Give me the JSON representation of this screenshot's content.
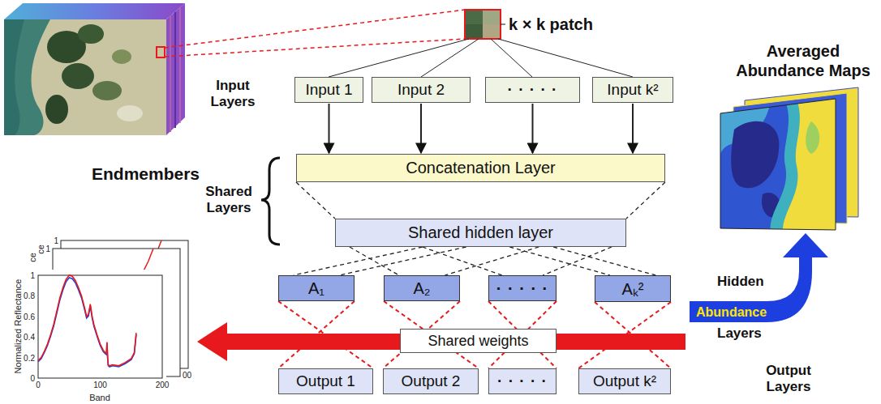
{
  "diagram": {
    "nodes": [
      {
        "text": [
          "Input 1"
        ]
      },
      {
        "text": [
          "Input 2"
        ]
      },
      {
        "text": [
          "· · · · ·"
        ]
      },
      {
        "text": [
          "Input k²"
        ]
      },
      {
        "text": [
          "Concatenation Layer"
        ]
      },
      {
        "text": [
          "Shared hidden layer"
        ]
      },
      {
        "text": [
          "A₁"
        ]
      },
      {
        "text": [
          "A₂"
        ]
      },
      {
        "text": [
          "· · · · ·"
        ]
      },
      {
        "text": [
          "Aₖ²"
        ]
      },
      {
        "text": [
          "Shared weights"
        ]
      },
      {
        "text": [
          "Output 1"
        ]
      },
      {
        "text": [
          "Output 2"
        ]
      },
      {
        "text": [
          "· · · · ·"
        ]
      },
      {
        "text": [
          "Output k²"
        ]
      }
    ],
    "edges": [
      {
        "from": 0,
        "to": 4,
        "arrow": "to"
      },
      {
        "from": 1,
        "to": 4,
        "arrow": "to"
      },
      {
        "from": 2,
        "to": 4,
        "arrow": "to"
      },
      {
        "from": 3,
        "to": 4,
        "arrow": "to"
      },
      {
        "from": 4,
        "to": 5,
        "arrow": "none"
      },
      {
        "from": 5,
        "to": 6,
        "arrow": "none"
      },
      {
        "from": 5,
        "to": 7,
        "arrow": "none"
      },
      {
        "from": 5,
        "to": 8,
        "arrow": "none"
      },
      {
        "from": 5,
        "to": 9,
        "arrow": "none"
      },
      {
        "from": 6,
        "to": 11,
        "arrow": "none"
      },
      {
        "from": 7,
        "to": 12,
        "arrow": "none"
      },
      {
        "from": 8,
        "to": 13,
        "arrow": "none"
      },
      {
        "from": 9,
        "to": 14,
        "arrow": "none"
      }
    ],
    "labels": [
      "k × k patch",
      "Input Layers",
      "Shared Layers",
      "Hidden",
      "Abundance",
      "Layers",
      "Output Layers",
      "Averaged Abundance Maps",
      "Endmembers",
      "Normalized Reflectance",
      "Band",
      "0",
      "0.2",
      "0.4",
      "0.6",
      "0.8",
      "1",
      "0",
      "100",
      "200",
      "1",
      "1",
      "ce",
      "ce",
      "00"
    ]
  }
}
